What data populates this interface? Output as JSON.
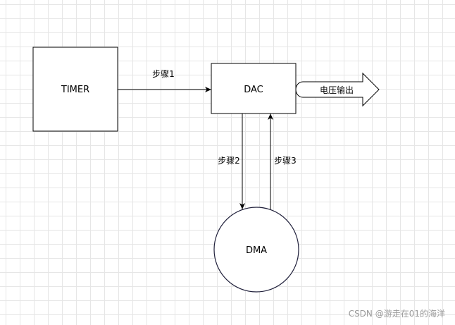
{
  "nodes": {
    "timer": {
      "label": "TIMER"
    },
    "dac": {
      "label": "DAC"
    },
    "dma": {
      "label": "DMA"
    }
  },
  "edges": {
    "step1": {
      "label": "步骤1"
    },
    "step2": {
      "label": "步骤2"
    },
    "step3": {
      "label": "步骤3"
    }
  },
  "output": {
    "label": "电压输出"
  },
  "watermark": "CSDN @游走在01的海洋",
  "colors": {
    "stroke": "#000000",
    "circle_stroke": "#1f1f3a",
    "fill": "#ffffff",
    "watermark": "#9a9a9a"
  }
}
